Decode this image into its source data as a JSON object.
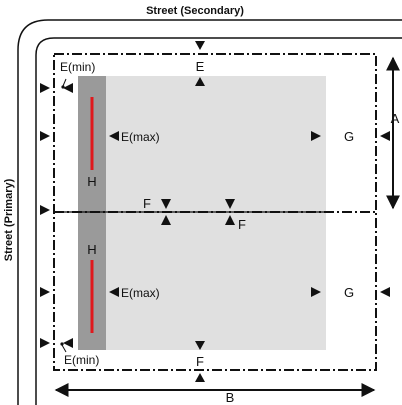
{
  "streets": {
    "secondary": "Street (Secondary)",
    "primary": "Street (Primary)"
  },
  "labels": {
    "a": "A",
    "b": "B",
    "e": "E",
    "f_top_left": "F",
    "f_top_right": "F",
    "f_bottom": "F",
    "g_top": "G",
    "g_bottom": "G",
    "h_top": "H",
    "h_bottom": "H",
    "e_min_top": "E(min)",
    "e_min_bottom": "E(min)",
    "e_max_top": "E(max)",
    "e_max_bottom": "E(max)"
  },
  "colors": {
    "building": "#e0e0e0",
    "strip": "#9a9a9a",
    "red_bar": "#e0181c",
    "line": "#111111"
  }
}
